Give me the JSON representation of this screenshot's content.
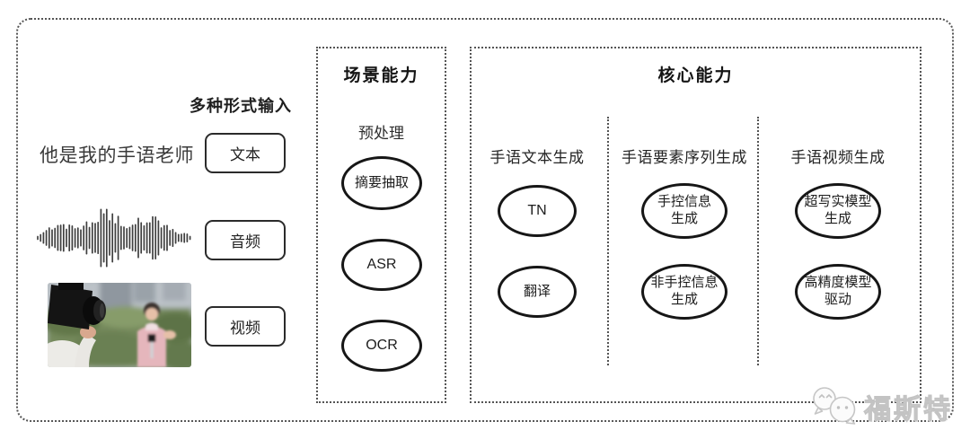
{
  "input_section": {
    "header": "多种形式输入",
    "sentence": "他是我的手语老师",
    "items": [
      {
        "label": "文本"
      },
      {
        "label": "音频"
      },
      {
        "label": "视频"
      }
    ]
  },
  "scene_section": {
    "title": "场景能力",
    "subtitle": "预处理",
    "nodes": [
      "摘要抽取",
      "ASR",
      "OCR"
    ]
  },
  "core_section": {
    "title": "核心能力",
    "columns": [
      {
        "header": "手语文本生成",
        "nodes": [
          "TN",
          "翻译"
        ]
      },
      {
        "header": "手语要素序列生成",
        "nodes": [
          "手控信息\n生成",
          "非手控信息\n生成"
        ]
      },
      {
        "header": "手语视频生成",
        "nodes": [
          "超写实模型\n生成",
          "高精度模型\n驱动"
        ]
      }
    ]
  },
  "watermark": {
    "text": "福斯特",
    "icon": "chat-bubbles-faces"
  },
  "icons": {
    "waveform": "audio-waveform",
    "photo": "camera-filming-reporter"
  },
  "colors": {
    "background": "#ffffff",
    "dotted_border": "#555555",
    "node_border": "#161616",
    "text": "#222222",
    "watermark": "#c9c9c9",
    "photo_hedge_green": "#75895c",
    "photo_jacket_pink": "#e5b6bc"
  }
}
